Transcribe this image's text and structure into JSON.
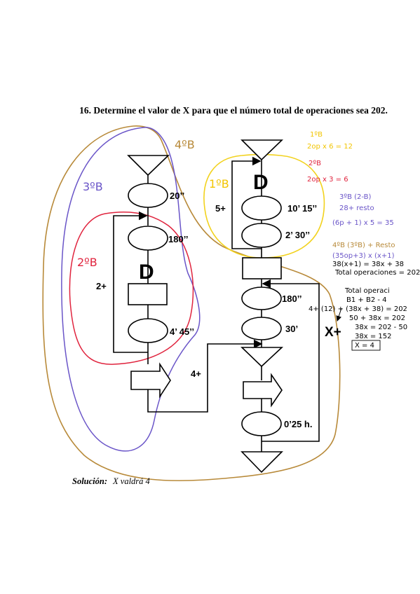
{
  "title": "16. Determine el valor de X para que el número total de operaciones sea 202.",
  "solution": {
    "label": "Solución:",
    "text": "X valdrá 4"
  },
  "left_flow": {
    "op1_time": "20’’",
    "op2_time": "180’’",
    "store_label": "D",
    "op3_time": "4’ 45’’",
    "loop_count": "2+",
    "link_count": "4+"
  },
  "right_flow": {
    "store_label": "D",
    "op1_time": "10’ 15’’",
    "op2_time": "2’ 30’’",
    "loop_count": "5+",
    "op3_time": "180’’",
    "op4_time": "30’",
    "loop_x": "X+",
    "op5_time": "0’25 h."
  },
  "annotations": {
    "colors": {
      "gold": "#f2c500",
      "red": "#e0243e",
      "violet": "#6a55c8",
      "brown": "#b88a3a",
      "yellow": "#f2d21e"
    },
    "circle_labels": {
      "b1": "1ºB",
      "b2": "2ºB",
      "b3": "3ºB",
      "b4": "4ºB"
    },
    "notes": [
      {
        "key": "b1_head",
        "text": "1ºB"
      },
      {
        "key": "b1_calc",
        "text": "2op x 6 = 12"
      },
      {
        "key": "b2_head",
        "text": "2ºB"
      },
      {
        "key": "b2_calc",
        "text": "2op x 3 = 6"
      },
      {
        "key": "b3_head",
        "text": "3ºB (2-B)"
      },
      {
        "key": "b3_line",
        "text": "28+ resto"
      },
      {
        "key": "b3_calc",
        "text": "(6p + 1) x 5 = 35"
      },
      {
        "key": "b4_head",
        "text": "4ºB (3ºB) + Resto"
      },
      {
        "key": "b4_line1",
        "text": "(35op+3) x (x+1)"
      },
      {
        "key": "b4_line2",
        "text": "38(x+1) = 38x + 38"
      },
      {
        "key": "b4_line3",
        "text": "Total operaciones = 202"
      },
      {
        "key": "t_head",
        "text": "Total operaci"
      },
      {
        "key": "t_line1",
        "text": "B1 + B2 - 4"
      },
      {
        "key": "t_line2",
        "text": "4+ (12) + (38x + 38) = 202"
      },
      {
        "key": "t_line3",
        "text": "50 + 38x = 202"
      },
      {
        "key": "t_line4",
        "text": "38x = 202 - 50"
      },
      {
        "key": "t_line5",
        "text": "38x = 152"
      },
      {
        "key": "t_line6",
        "text": "X = 4"
      }
    ]
  }
}
